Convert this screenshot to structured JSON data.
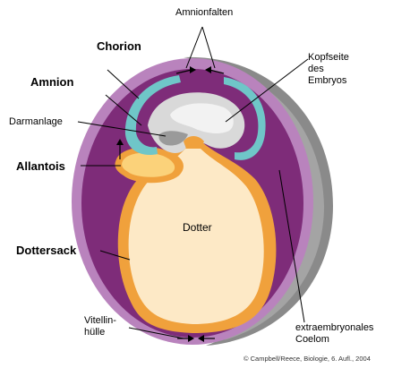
{
  "labels": {
    "amnionfalten": "Amnionfalten",
    "chorion": "Chorion",
    "amnion": "Amnion",
    "darmanlage": "Darmanlage",
    "allantois": "Allantois",
    "dottersack": "Dottersack",
    "dotter": "Dotter",
    "kopfseite_line1": "Kopfseite",
    "kopfseite_line2": "des",
    "kopfseite_line3": "Embryos",
    "vitellin_line1": "Vitellin-",
    "vitellin_line2": "hülle",
    "coelom_line1": "extraembryonales",
    "coelom_line2": "Coelom",
    "copyright": "© Campbell/Reece, Biologie, 6. Aufl., 2004"
  },
  "colors": {
    "outer_shell_purple": "#b983bd",
    "inner_cavity_purple": "#7e2c79",
    "shell_grey": "#8a8a8a",
    "yolk_fill": "#fde9c6",
    "yolk_sac_orange": "#f0a13c",
    "amnion_teal": "#6fc6c8",
    "embryo_grey": "#c9c9c9",
    "allantois_yellow": "#fbd27a"
  },
  "icons": [
    "arrow-up-icon",
    "arrow-left-icon",
    "arrow-right-icon"
  ]
}
